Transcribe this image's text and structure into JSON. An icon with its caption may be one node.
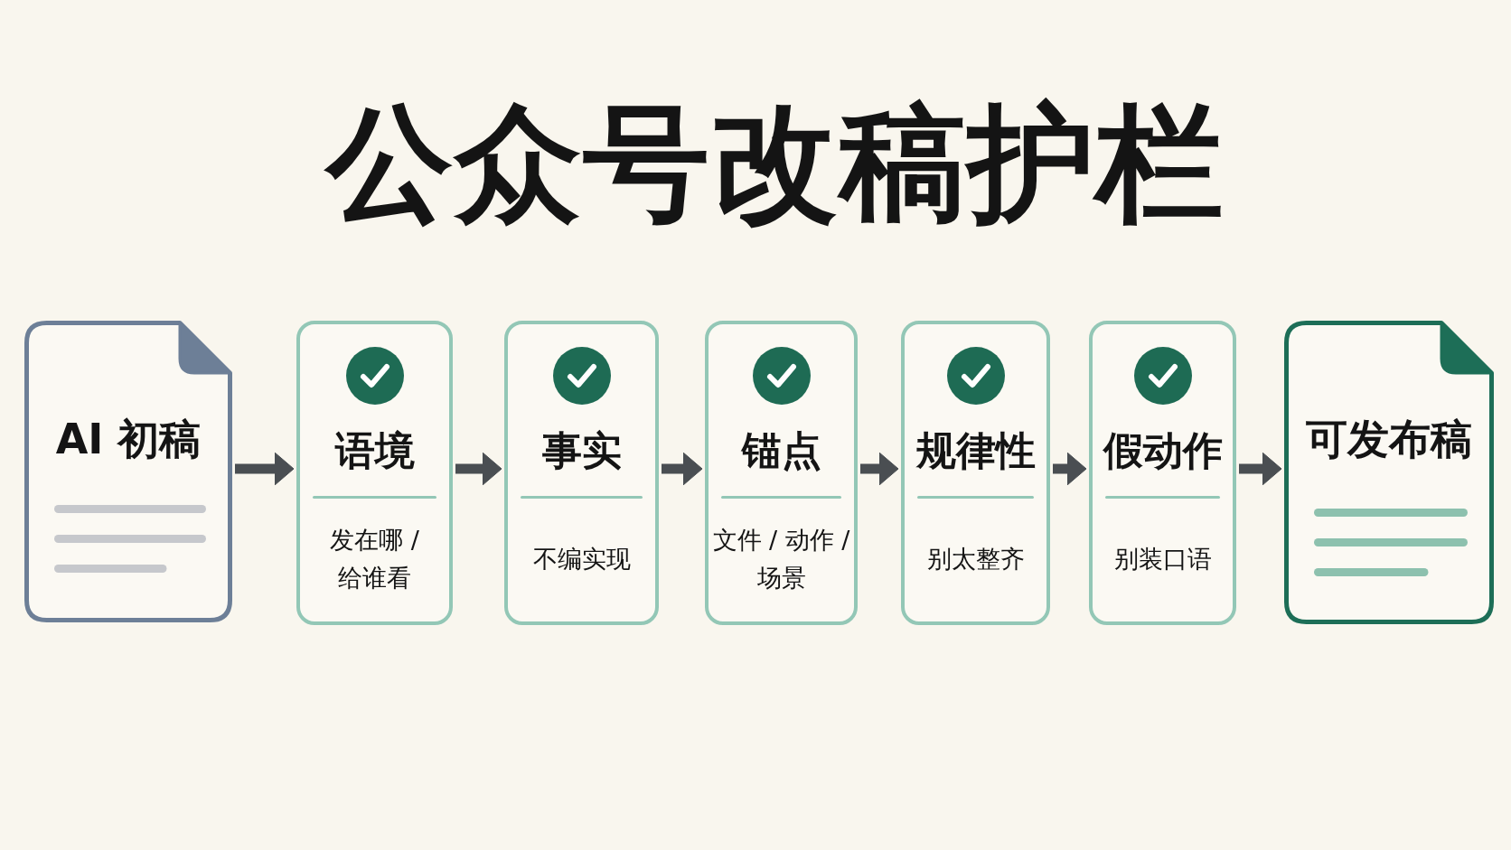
{
  "diagram": {
    "title": "公众号改稿护栏",
    "nodes": [
      {
        "text": [
          "AI 初稿"
        ]
      },
      {
        "text": [
          "语境",
          "发在哪 / 给谁看"
        ]
      },
      {
        "text": [
          "事实",
          "不编实现"
        ]
      },
      {
        "text": [
          "锚点",
          "文件 / 动作 / 场景"
        ]
      },
      {
        "text": [
          "规律性",
          "别太整齐"
        ]
      },
      {
        "text": [
          "假动作",
          "别装口语"
        ]
      },
      {
        "text": [
          "可发布稿"
        ]
      }
    ],
    "edges": [
      {
        "from": 0,
        "to": 1,
        "arrow": "to"
      },
      {
        "from": 1,
        "to": 2,
        "arrow": "to"
      },
      {
        "from": 2,
        "to": 3,
        "arrow": "to"
      },
      {
        "from": 3,
        "to": 4,
        "arrow": "to"
      },
      {
        "from": 4,
        "to": 5,
        "arrow": "to"
      },
      {
        "from": 5,
        "to": 6,
        "arrow": "to"
      }
    ]
  }
}
